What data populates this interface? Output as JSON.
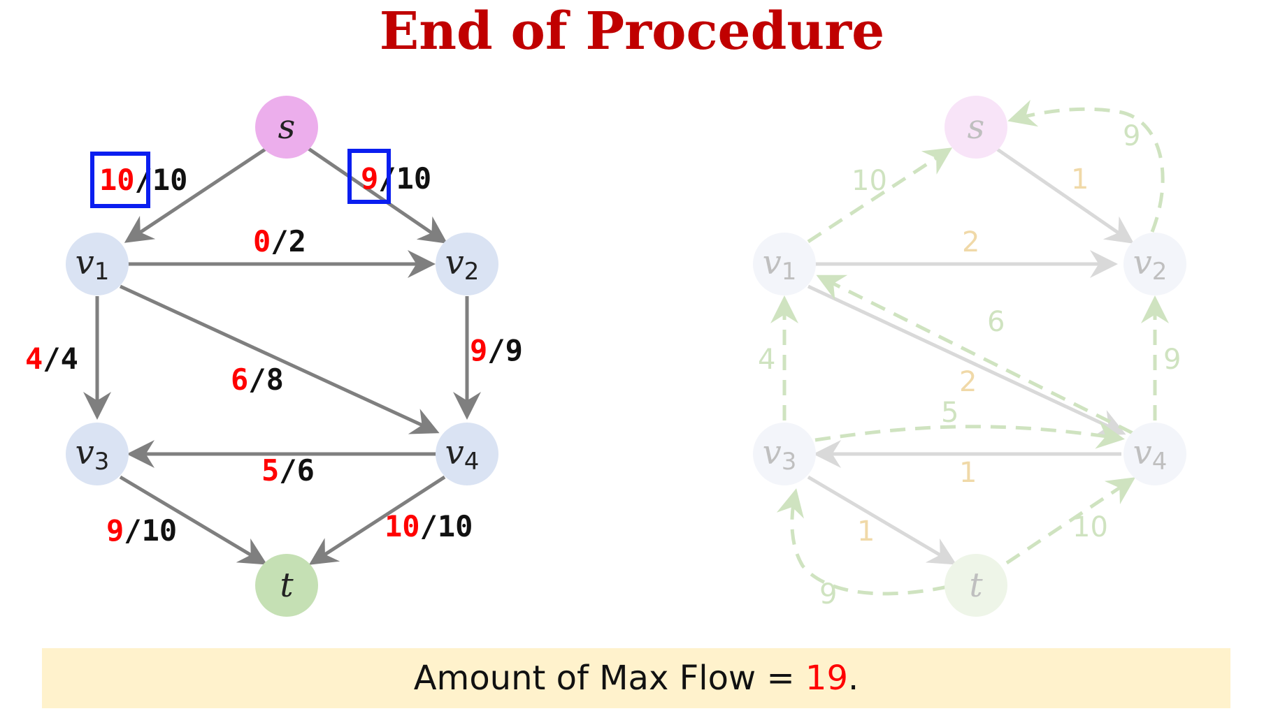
{
  "title": "End of Procedure",
  "flow_network": {
    "nodes": {
      "s": {
        "label": "s",
        "color": "#ecaeec"
      },
      "v1": {
        "label": "v",
        "sub": "1",
        "color": "#dae3f3"
      },
      "v2": {
        "label": "v",
        "sub": "2",
        "color": "#dae3f3"
      },
      "v3": {
        "label": "v",
        "sub": "3",
        "color": "#dae3f3"
      },
      "v4": {
        "label": "v",
        "sub": "4",
        "color": "#dae3f3"
      },
      "t": {
        "label": "t",
        "color": "#c5e0b4"
      }
    },
    "edges": {
      "s_v1": {
        "flow": "10",
        "capacity": "/10"
      },
      "s_v2": {
        "flow": "9",
        "capacity": "/10"
      },
      "v1_v2": {
        "flow": "0",
        "capacity": "/2"
      },
      "v1_v3": {
        "flow": "4",
        "capacity": "/4"
      },
      "v1_v4": {
        "flow": "6",
        "capacity": "/8"
      },
      "v2_v4": {
        "flow": "9",
        "capacity": "/9"
      },
      "v4_v3": {
        "flow": "5",
        "capacity": "/6"
      },
      "v3_t": {
        "flow": "9",
        "capacity": "/10"
      },
      "v4_t": {
        "flow": "10",
        "capacity": "/10"
      }
    },
    "highlight_color": "#0a1ef0",
    "flow_color": "#ff0000"
  },
  "residual_graph": {
    "forward_labels": {
      "s_v2": "1",
      "v1_v2": "2",
      "v1_v4": "2",
      "v4_v3": "1",
      "v3_t": "1"
    },
    "backward_labels": {
      "v1_s": "10",
      "v2_s": "9",
      "v4_v1": "6",
      "v3_v1": "4",
      "v4_v2": "9",
      "v3_v4": "5",
      "t_v4": "10",
      "t_v3": "9"
    },
    "forward_label_color": "#f0d9a8",
    "backward_color": "#cfe3c0"
  },
  "result": {
    "prefix": "Amount of Max Flow = ",
    "value": "19",
    "suffix": "."
  }
}
